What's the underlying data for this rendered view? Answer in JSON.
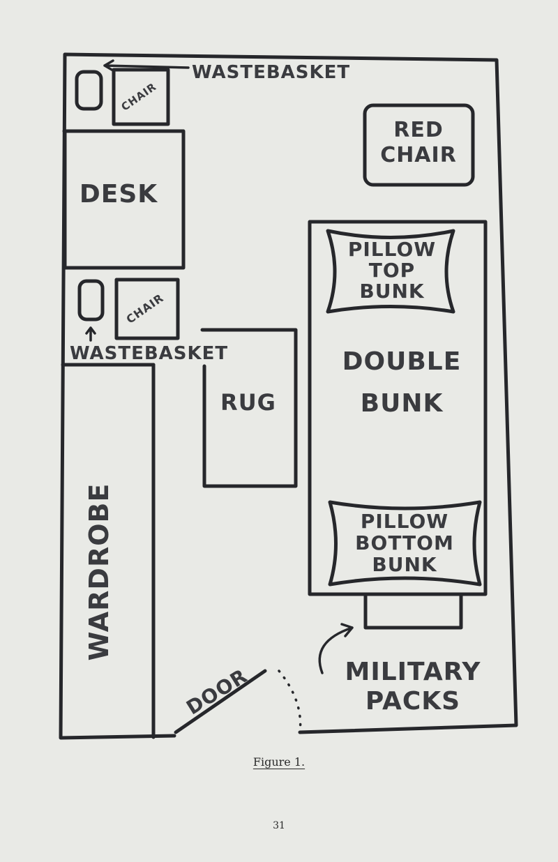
{
  "diagram": {
    "wastebasket_top": "WASTEBASKET",
    "chair_top": "CHAIR",
    "desk": "DESK",
    "chair_mid": "CHAIR",
    "wastebasket_mid": "WASTEBASKET",
    "red_chair_line1": "RED",
    "red_chair_line2": "CHAIR",
    "pillow_top_line1": "PILLOW",
    "pillow_top_line2": "TOP",
    "pillow_top_line3": "BUNK",
    "double_bunk_line1": "DOUBLE",
    "double_bunk_line2": "BUNK",
    "rug": "RUG",
    "pillow_bottom_line1": "PILLOW",
    "pillow_bottom_line2": "BOTTOM",
    "pillow_bottom_line3": "BUNK",
    "wardrobe": "WARDROBE",
    "door": "DOOR",
    "military_line1": "MILITARY",
    "military_line2": "PACKS"
  },
  "caption": "Figure 1.",
  "page_number": "31"
}
